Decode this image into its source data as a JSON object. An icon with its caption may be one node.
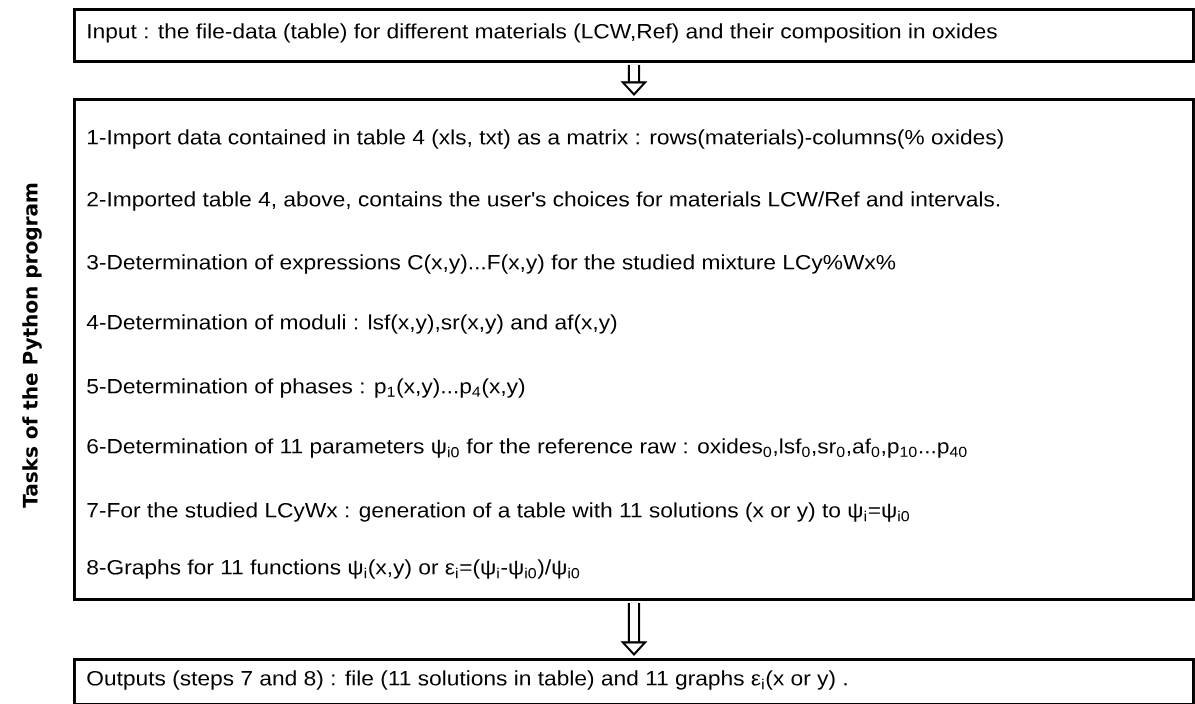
{
  "diagram": {
    "nodes": [
      {
        "text": [
          "Input : the file-data (table) for different materials (LCW,Ref) and their composition in oxides"
        ]
      },
      {
        "text": [
          "1-Import data contained in table 4 (xls, txt) as a matrix : rows(materials)-columns(% oxides)",
          "2-Imported table 4, above, contains the user's choices for materials LCW/Ref and intervals.",
          "3-Determination of expressions C(x,y)...F(x,y) for the studied mixture LCy%Wx%",
          "4-Determination of moduli : lsf(x,y),sr(x,y) and af(x,y)",
          "5-Determination of phases : p$_{1}$(x,y)...p$_{4}$(x,y)",
          "6-Determination of 11 parameters ψ$_{i0}$ for the reference raw : oxides$_{0}$,lsf$_{0}$,sr$_{0}$,af$_{0}$,p$_{10}$...p$_{40}$",
          "7-For the studied LCyWx : generation of a table with 11 solutions (x or y) to ψ$_{i}$=ψ$_{i0}$",
          "8-Graphs for 11 functions ψ$_{i}$(x,y) or ε$_{i}$=(ψ$_{i}$-ψ$_{i0}$)/ψ$_{i0}$"
        ]
      },
      {
        "text": [
          "Outputs (steps 7 and 8) : file (11 solutions in table) and 11 graphs ε$_{i}$(x or y) ."
        ]
      }
    ],
    "edges": [
      {
        "from": 0,
        "to": 1,
        "arrow": "to"
      },
      {
        "from": 1,
        "to": 2,
        "arrow": "to"
      }
    ],
    "labels": [
      "Tasks of the Python program"
    ]
  }
}
